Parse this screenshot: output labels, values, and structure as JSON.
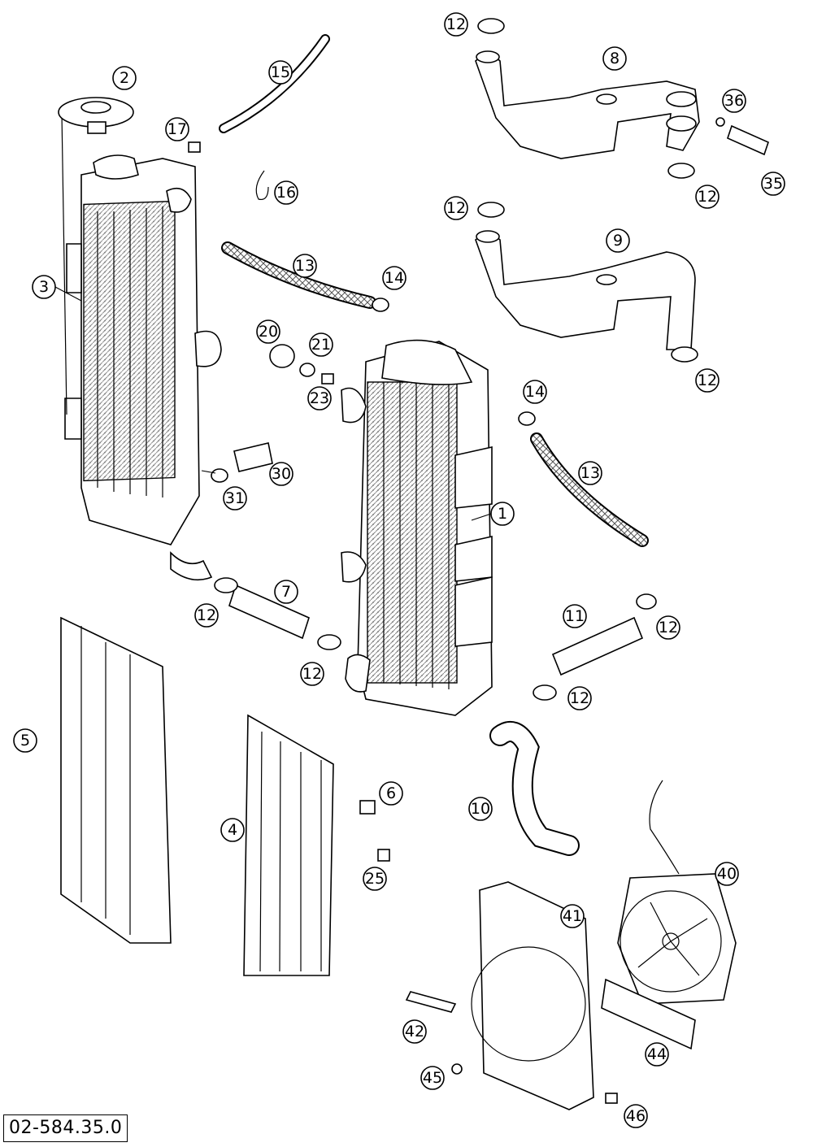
{
  "diagram": {
    "document_code": "02-584.35.0",
    "callouts": [
      {
        "id": "c-2",
        "label": "2"
      },
      {
        "id": "c-17",
        "label": "17"
      },
      {
        "id": "c-15",
        "label": "15"
      },
      {
        "id": "c-16",
        "label": "16"
      },
      {
        "id": "c-3",
        "label": "3"
      },
      {
        "id": "c-13a",
        "label": "13"
      },
      {
        "id": "c-14a",
        "label": "14"
      },
      {
        "id": "c-20",
        "label": "20"
      },
      {
        "id": "c-21",
        "label": "21"
      },
      {
        "id": "c-23",
        "label": "23"
      },
      {
        "id": "c-30",
        "label": "30"
      },
      {
        "id": "c-31",
        "label": "31"
      },
      {
        "id": "c-12a",
        "label": "12"
      },
      {
        "id": "c-8",
        "label": "8"
      },
      {
        "id": "c-36",
        "label": "36"
      },
      {
        "id": "c-35",
        "label": "35"
      },
      {
        "id": "c-12b",
        "label": "12"
      },
      {
        "id": "c-12c",
        "label": "12"
      },
      {
        "id": "c-9",
        "label": "9"
      },
      {
        "id": "c-12d",
        "label": "12"
      },
      {
        "id": "c-14b",
        "label": "14"
      },
      {
        "id": "c-13b",
        "label": "13"
      },
      {
        "id": "c-1",
        "label": "1"
      },
      {
        "id": "c-7",
        "label": "7"
      },
      {
        "id": "c-12e",
        "label": "12"
      },
      {
        "id": "c-12f",
        "label": "12"
      },
      {
        "id": "c-11",
        "label": "11"
      },
      {
        "id": "c-12g",
        "label": "12"
      },
      {
        "id": "c-12h",
        "label": "12"
      },
      {
        "id": "c-5",
        "label": "5"
      },
      {
        "id": "c-4",
        "label": "4"
      },
      {
        "id": "c-6",
        "label": "6"
      },
      {
        "id": "c-25",
        "label": "25"
      },
      {
        "id": "c-10",
        "label": "10"
      },
      {
        "id": "c-40",
        "label": "40"
      },
      {
        "id": "c-41",
        "label": "41"
      },
      {
        "id": "c-42",
        "label": "42"
      },
      {
        "id": "c-44",
        "label": "44"
      },
      {
        "id": "c-45",
        "label": "45"
      },
      {
        "id": "c-46",
        "label": "46"
      }
    ]
  }
}
